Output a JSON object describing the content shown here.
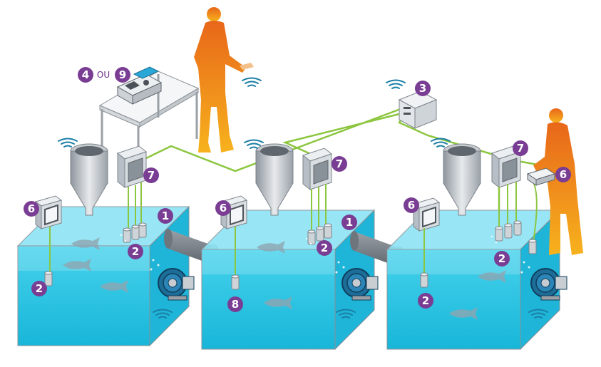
{
  "colors": {
    "badge": "#7a3d94",
    "water_top": "#5fd9ef",
    "water_body": "#22c3e3",
    "cable": "#8cc63f",
    "person": "#f0901a",
    "person_dark": "#e06d12",
    "metal": "#b9bec4",
    "wave": "#1b7fa6"
  },
  "header": {
    "badge_4": "4",
    "or_label": "OU",
    "badge_9": "9"
  },
  "badges": {
    "b1_t1": "1",
    "b1_t2": "1",
    "b2_t1a": "2",
    "b2_t1b": "2",
    "b2_t2": "2",
    "b2_t3a": "2",
    "b2_t3b": "2",
    "b3": "3",
    "b6_t1": "6",
    "b6_t2": "6",
    "b6_t3": "6",
    "b6_hand": "6",
    "b7_t1": "7",
    "b7_t2": "7",
    "b7_t3": "7",
    "b8": "8"
  },
  "icons": [
    "wireless-signal-icon",
    "person-icon",
    "fish-icon",
    "blower-pump-icon",
    "feeder-hopper-icon",
    "control-panel-icon",
    "sensor-probe-icon",
    "computer-terminal-icon",
    "handheld-meter-icon"
  ]
}
